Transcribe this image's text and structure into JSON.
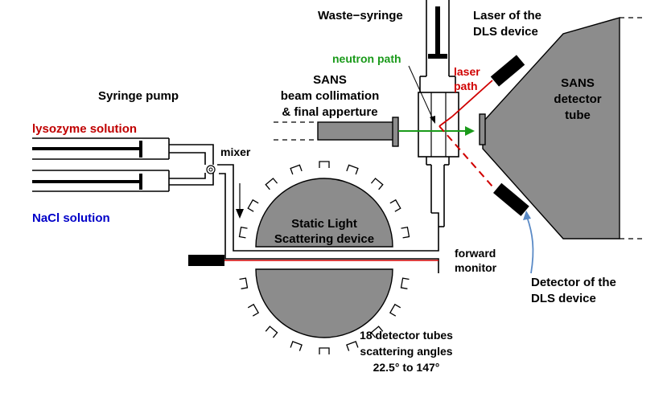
{
  "labels": {
    "waste_syringe": "Waste−syringe",
    "laser_dls_line1": "Laser of the",
    "laser_dls_line2": "DLS device",
    "neutron_path": "neutron path",
    "laser_path_line1": "laser",
    "laser_path_line2": "path",
    "sans_beam_line1": "SANS",
    "sans_beam_line2": "beam collimation",
    "sans_beam_line3": "& final apperture",
    "sans_detector_line1": "SANS",
    "sans_detector_line2": "detector",
    "sans_detector_line3": "tube",
    "syringe_pump": "Syringe pump",
    "lysozyme": "lysozyme solution",
    "nacl": "NaCl solution",
    "mixer": "mixer",
    "sls_line1": "Static Light",
    "sls_line2": "Scattering device",
    "forward_monitor_line1": "forward",
    "forward_monitor_line2": "monitor",
    "detector_dls_line1": "Detector of the",
    "detector_dls_line2": "DLS device",
    "tubes_line1": "18 detector tubes",
    "tubes_line2": "scattering angles",
    "tubes_line3": "22.5° to 147°"
  },
  "colors": {
    "neutron": "#1a9a1a",
    "laser": "#d00000",
    "lysozyme_text": "#c00000",
    "nacl_text": "#0000c8",
    "arrow_blue": "#5a8ac6",
    "device_gray": "#8c8c8c"
  }
}
